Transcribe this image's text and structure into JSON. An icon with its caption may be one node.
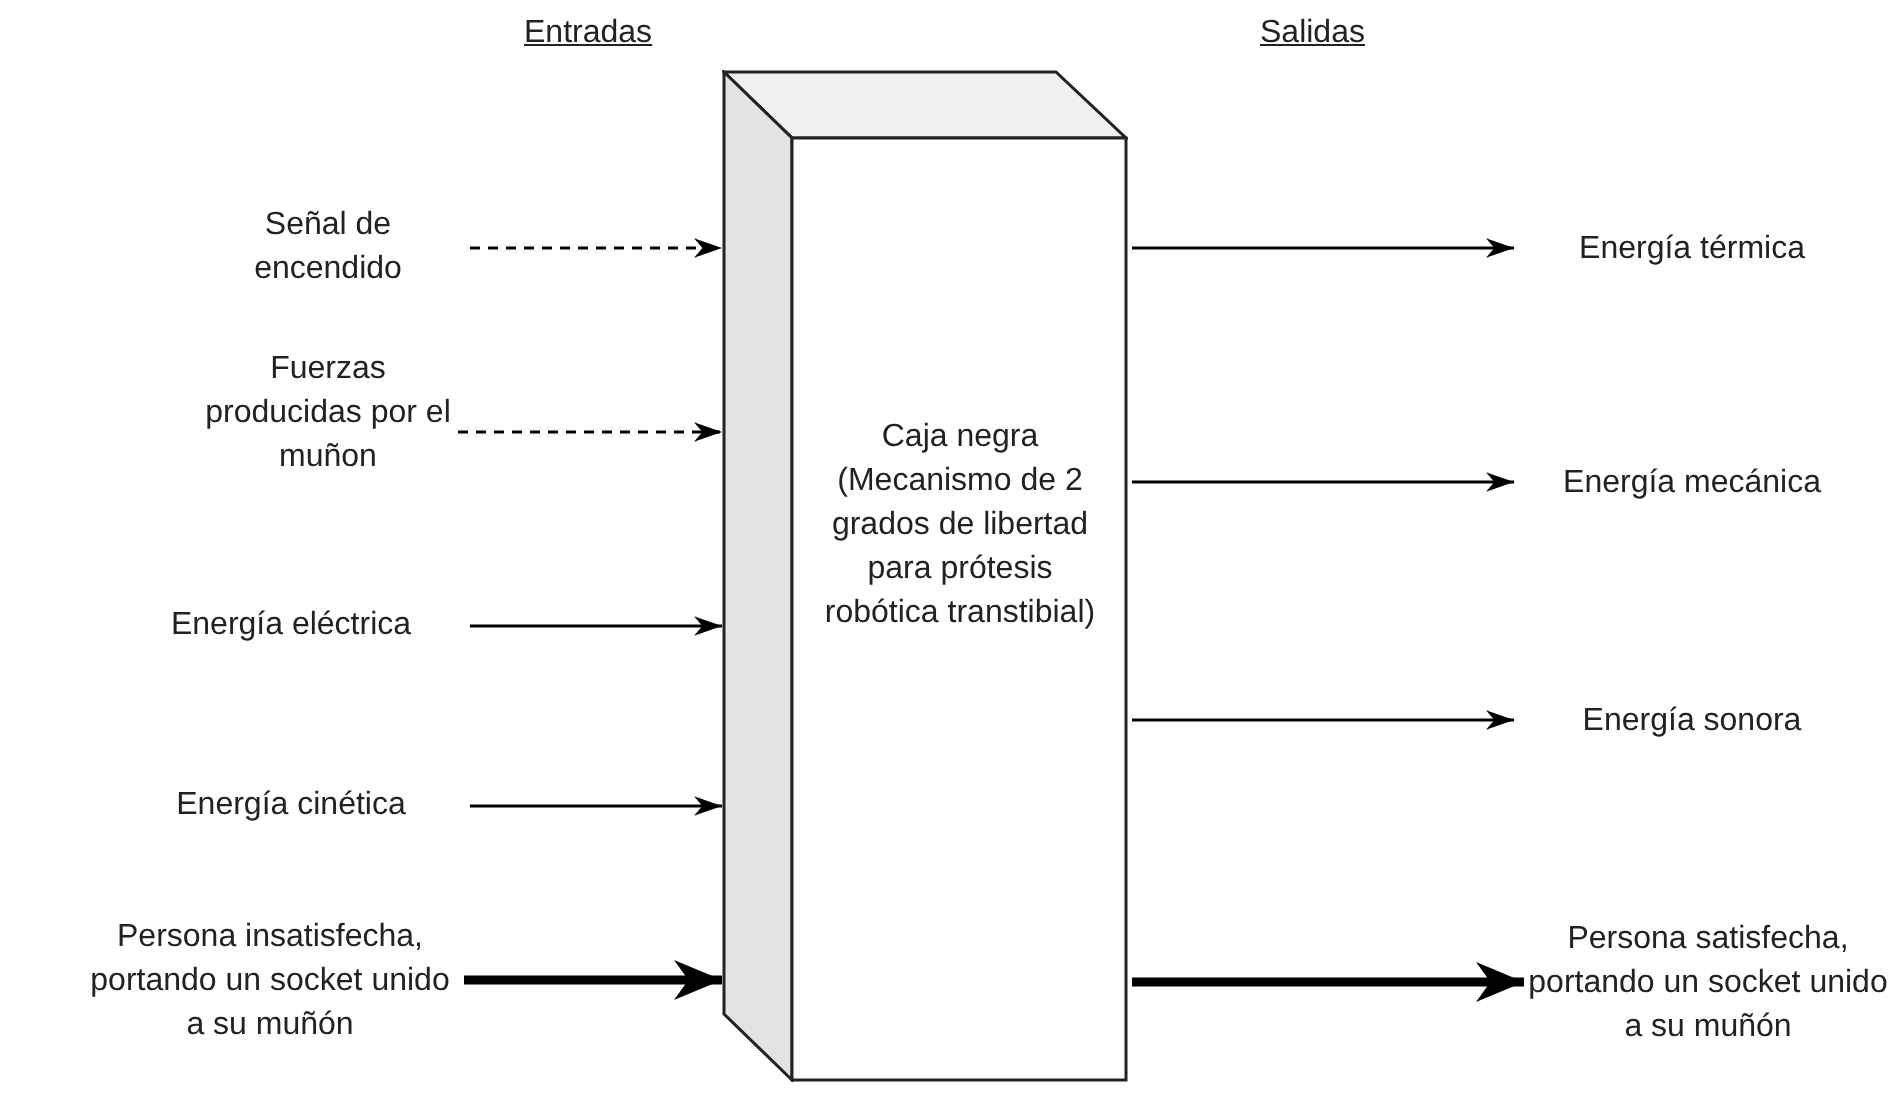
{
  "diagram": {
    "nodes": [
      {
        "text": [
          "Caja negra (Mecanismo de 2 grados de libertad para prótesis robótica transtibial)"
        ]
      },
      {
        "text": [
          "Señal de encendido"
        ]
      },
      {
        "text": [
          "Fuerzas producidas por el muñon"
        ]
      },
      {
        "text": [
          "Energía eléctrica"
        ]
      },
      {
        "text": [
          "Energía cinética"
        ]
      },
      {
        "text": [
          "Persona insatisfecha, portando un socket unido a su muñón"
        ]
      },
      {
        "text": [
          "Energía térmica"
        ]
      },
      {
        "text": [
          "Energía mecánica"
        ]
      },
      {
        "text": [
          "Energía sonora"
        ]
      },
      {
        "text": [
          "Persona satisfecha, portando un socket unido a su muñón"
        ]
      }
    ],
    "edges": [
      {
        "from": 1,
        "to": 0,
        "arrow": "to",
        "style": "dashed"
      },
      {
        "from": 2,
        "to": 0,
        "arrow": "to",
        "style": "dashed"
      },
      {
        "from": 3,
        "to": 0,
        "arrow": "to"
      },
      {
        "from": 4,
        "to": 0,
        "arrow": "to"
      },
      {
        "from": 5,
        "to": 0,
        "arrow": "to",
        "style": "thick"
      },
      {
        "from": 0,
        "to": 6,
        "arrow": "to"
      },
      {
        "from": 0,
        "to": 7,
        "arrow": "to"
      },
      {
        "from": 0,
        "to": 8,
        "arrow": "to"
      },
      {
        "from": 0,
        "to": 9,
        "arrow": "to",
        "style": "thick"
      }
    ],
    "labels": [
      "Entradas",
      "Salidas"
    ]
  }
}
